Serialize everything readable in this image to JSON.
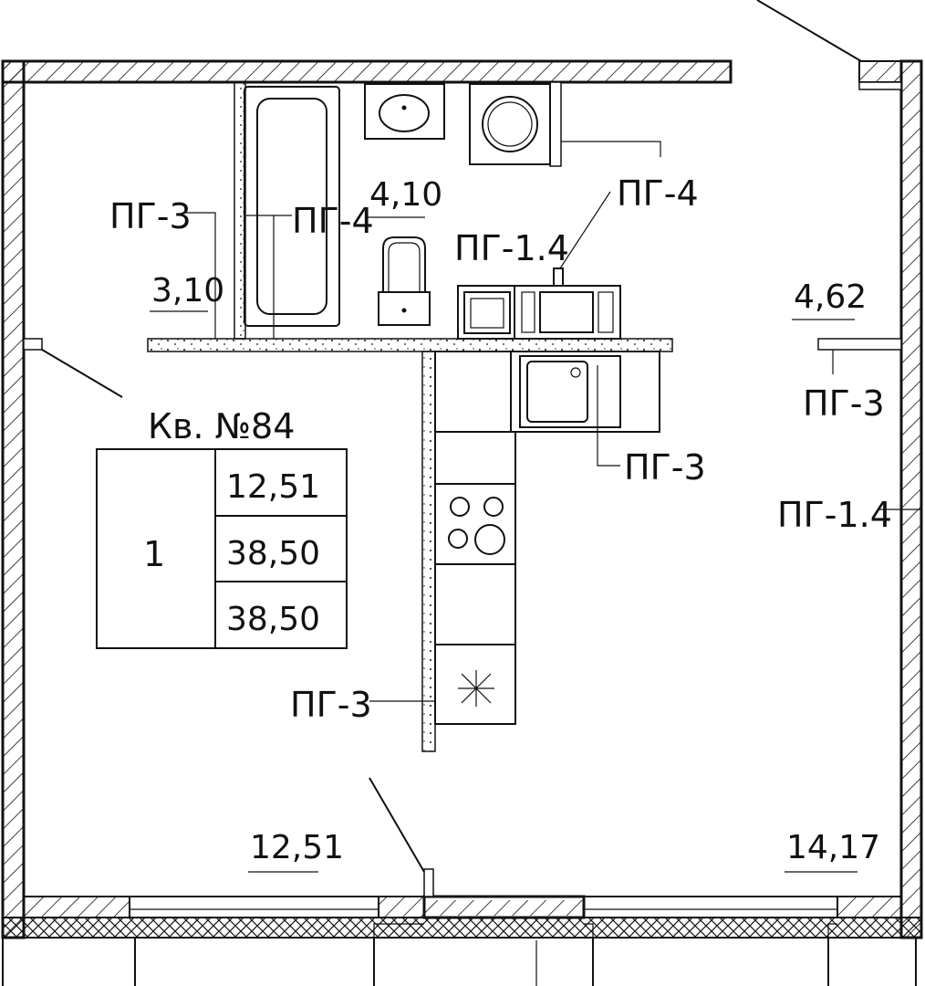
{
  "apartment": {
    "title": "Кв. №84",
    "rooms_count": "1",
    "areas": [
      "12,51",
      "38,50",
      "38,50"
    ]
  },
  "room_areas": {
    "bathroom": "4,10",
    "hall": "3,10",
    "right": "4,62",
    "living": "12,51",
    "kitchen": "14,17"
  },
  "outlets": {
    "pg3_left": "ПГ-3",
    "pg4_bath": "ПГ-4",
    "pg4_top": "ПГ-4",
    "pg14_top": "ПГ-1.4",
    "pg3_right_top": "ПГ-3",
    "pg3_kitchen_sink": "ПГ-3",
    "pg14_right": "ПГ-1.4",
    "pg3_bottom": "ПГ-3"
  },
  "colors": {
    "line": "#111111",
    "background": "#ffffff"
  }
}
